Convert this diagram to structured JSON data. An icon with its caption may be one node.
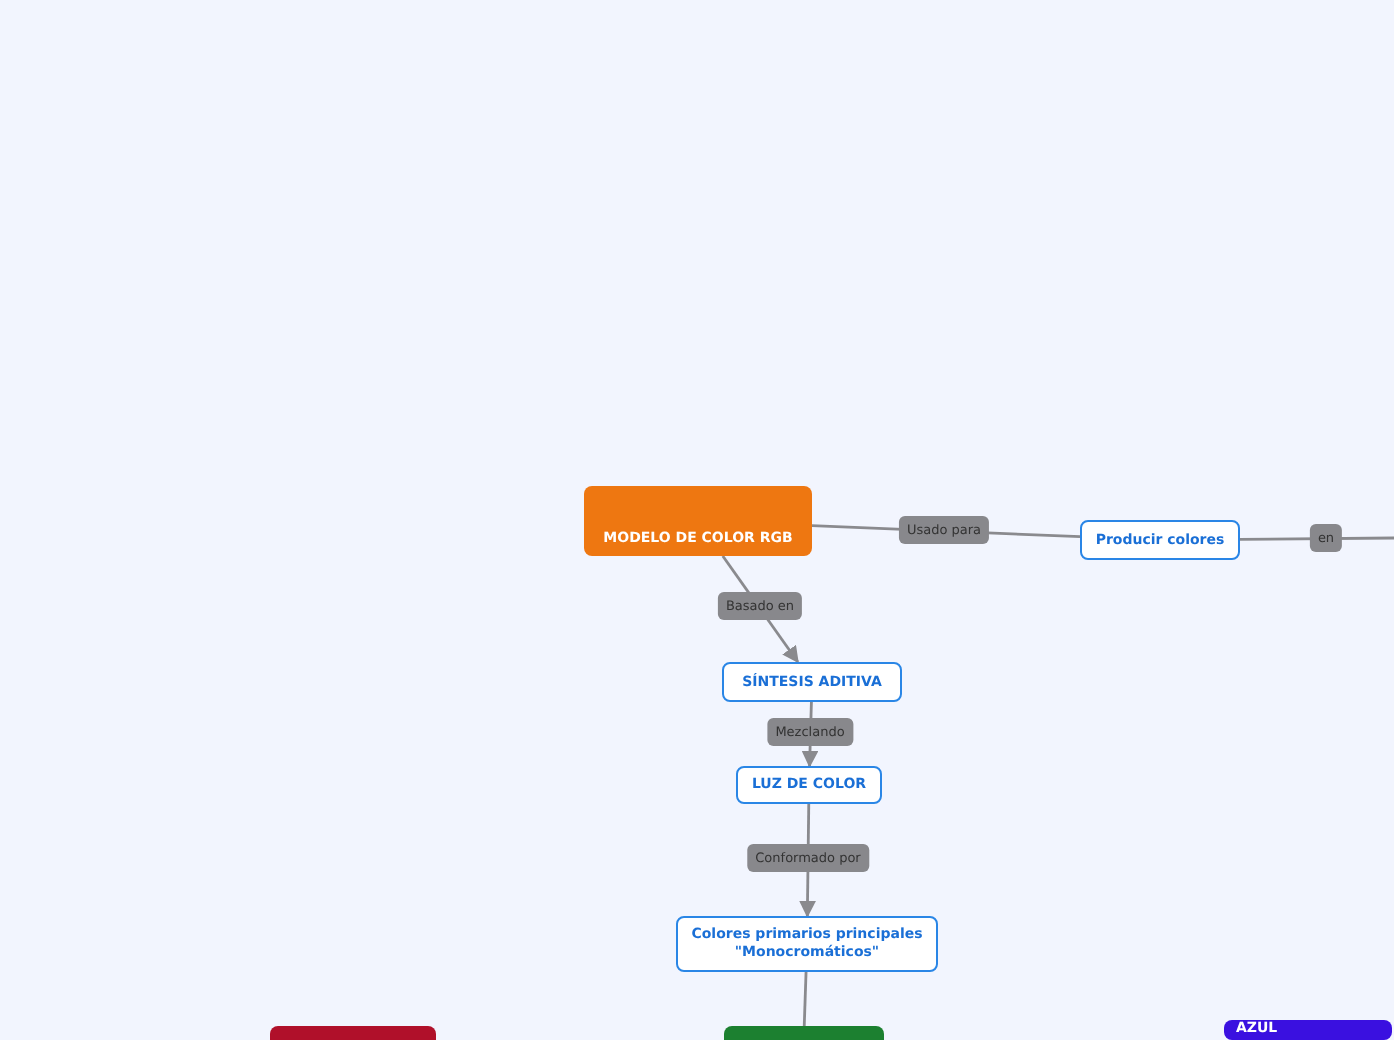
{
  "diagram": {
    "nodes": [
      {
        "text": [
          "MODELO DE COLOR RGB"
        ]
      },
      {
        "text": [
          "Producir colores"
        ]
      },
      {
        "text": [
          "SÍNTESIS ADITIVA"
        ]
      },
      {
        "text": [
          "LUZ DE COLOR"
        ]
      },
      {
        "text": [
          "Colores primarios principales \"Monocromáticos\""
        ]
      },
      {
        "text": [],
        "shape": "box"
      },
      {
        "text": [],
        "shape": "box"
      },
      {
        "text": [
          "AZUL"
        ]
      }
    ],
    "edges": [
      {
        "from": 0,
        "to": 1,
        "arrow": "none",
        "label": "Usado para"
      },
      {
        "from": 1,
        "to": null,
        "arrow": "none",
        "label": "en"
      },
      {
        "from": 0,
        "to": 2,
        "arrow": "to",
        "label": "Basado en"
      },
      {
        "from": 2,
        "to": 3,
        "arrow": "to",
        "label": "Mezclando"
      },
      {
        "from": 3,
        "to": 4,
        "arrow": "to",
        "label": "Conformado por"
      },
      {
        "from": 4,
        "to": 6,
        "arrow": "none"
      }
    ]
  }
}
